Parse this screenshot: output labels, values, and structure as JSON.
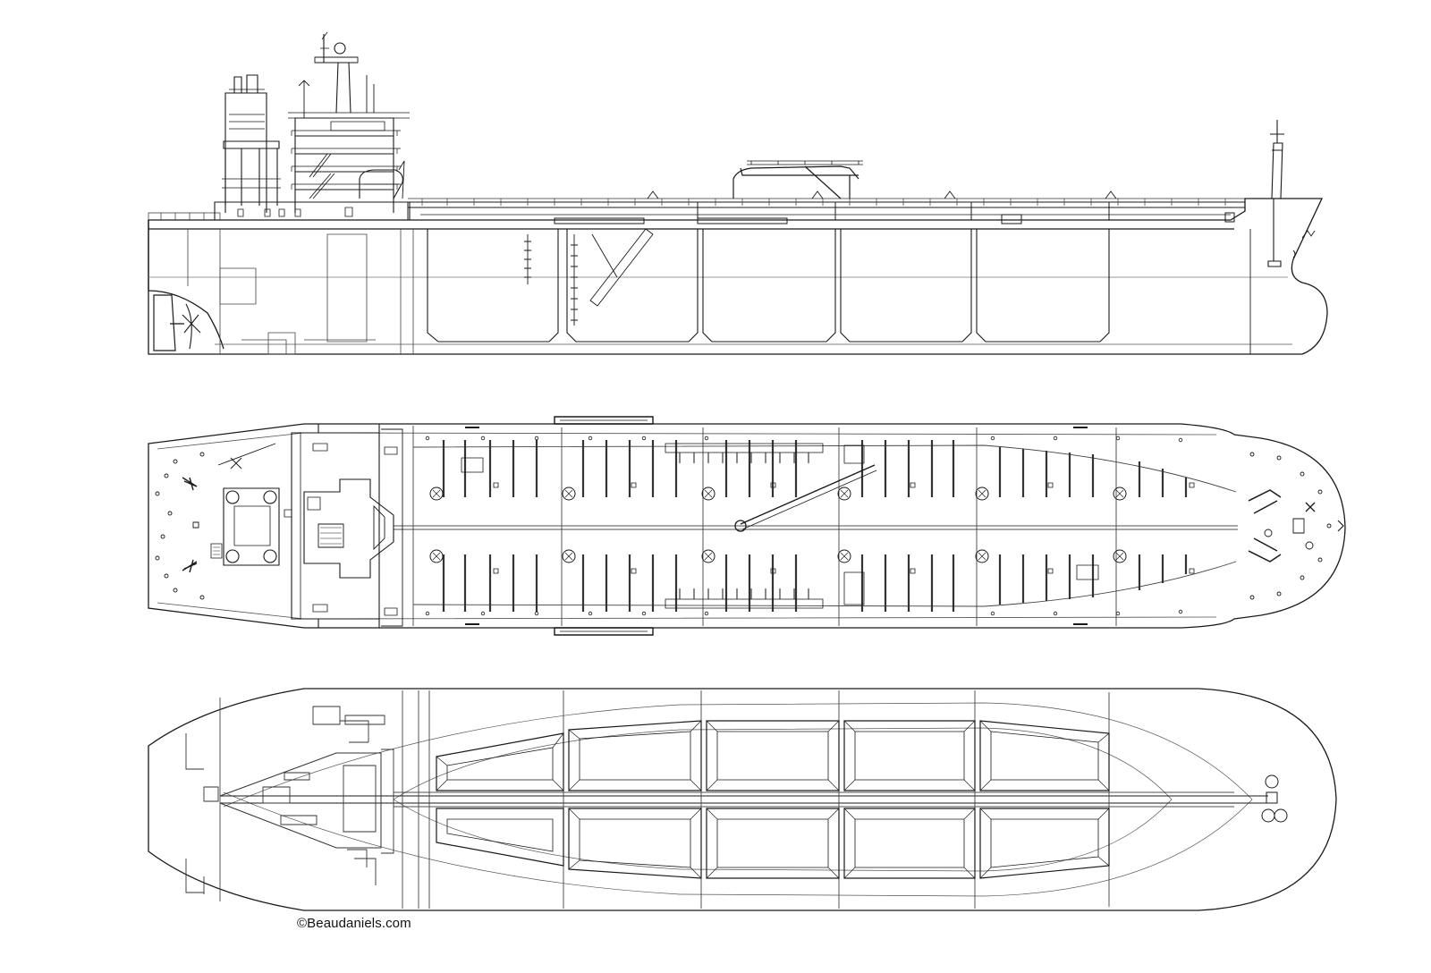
{
  "drawing": {
    "copyright": "©Beaudaniels.com",
    "colors": {
      "line": "#1a1a1a",
      "thin_line": "#555555",
      "background": "#ffffff"
    },
    "views": [
      "profile-view",
      "deck-plan-view",
      "tank-plan-view"
    ]
  }
}
